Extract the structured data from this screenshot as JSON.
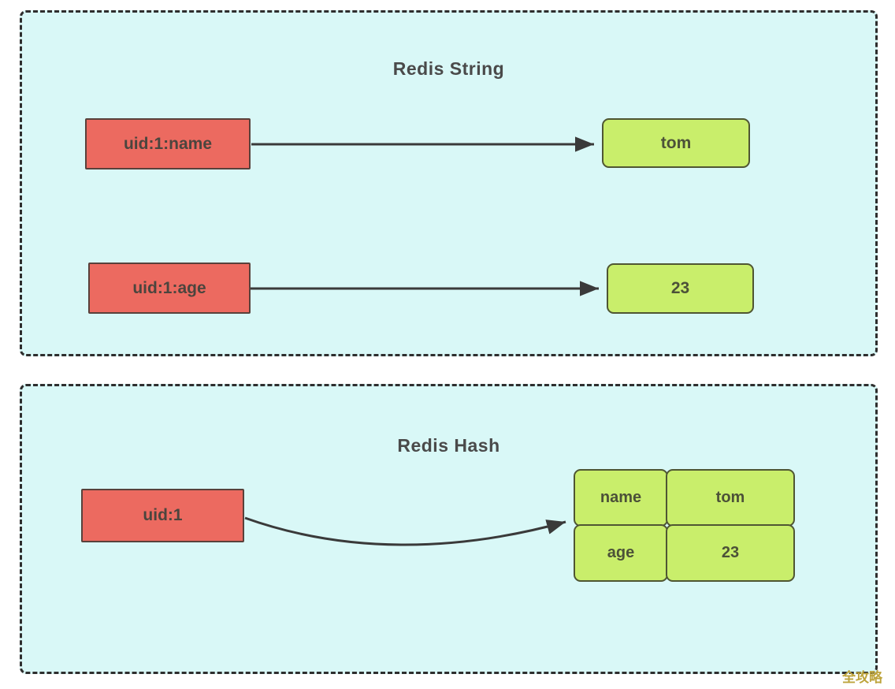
{
  "string_section": {
    "title": "Redis String",
    "pairs": [
      {
        "key": "uid:1:name",
        "value": "tom"
      },
      {
        "key": "uid:1:age",
        "value": "23"
      }
    ]
  },
  "hash_section": {
    "title": "Redis Hash",
    "key": "uid:1",
    "fields": [
      {
        "name": "name",
        "value": "tom"
      },
      {
        "name": "age",
        "value": "23"
      }
    ]
  },
  "watermark": {
    "text": "全攻略"
  },
  "colors": {
    "panel_background": "#d9f8f7",
    "panel_border": "#2e2e2e",
    "key_box_fill": "#ec6a60",
    "value_box_fill": "#c9ee6b",
    "arrow_color": "#3a3a3a",
    "watermark_color": "#bda43c"
  }
}
